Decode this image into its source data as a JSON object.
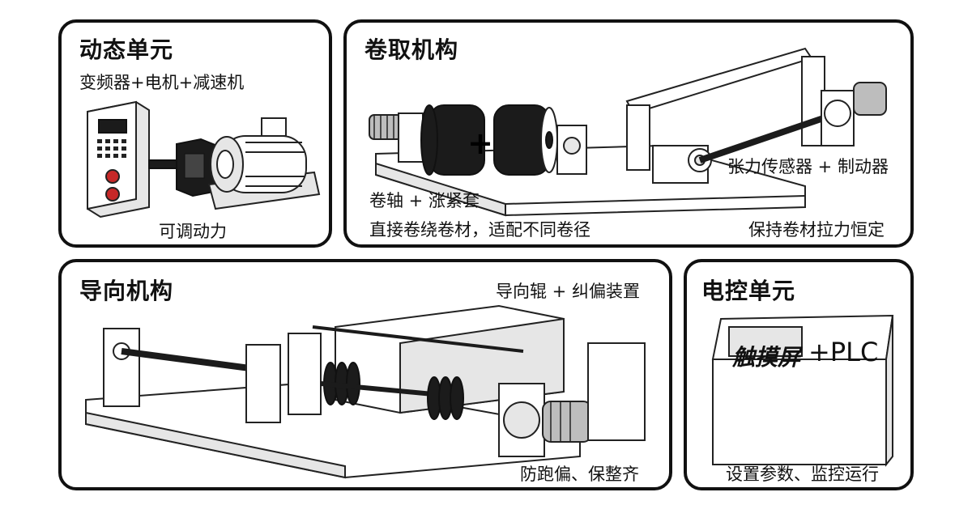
{
  "panels": {
    "dynamic": {
      "title": "动态单元",
      "subtitle": "变频器+电机+减速机",
      "caption": "可调动力"
    },
    "winding": {
      "title": "卷取机构",
      "shaft_label": "卷轴 + 涨紧套",
      "shaft_desc": "直接卷绕卷材，适配不同卷径",
      "sensor_label": "张力传感器 + 制动器",
      "sensor_desc": "保持卷材拉力恒定",
      "plus_sign": "+"
    },
    "guide": {
      "title": "导向机构",
      "roller_label": "导向辊 + 纠偏装置",
      "caption": "防跑偏、保整齐"
    },
    "control": {
      "title": "电控单元",
      "screen_text": "触摸屏",
      "plc_text": "+PLC",
      "caption": "设置参数、监控运行"
    }
  }
}
